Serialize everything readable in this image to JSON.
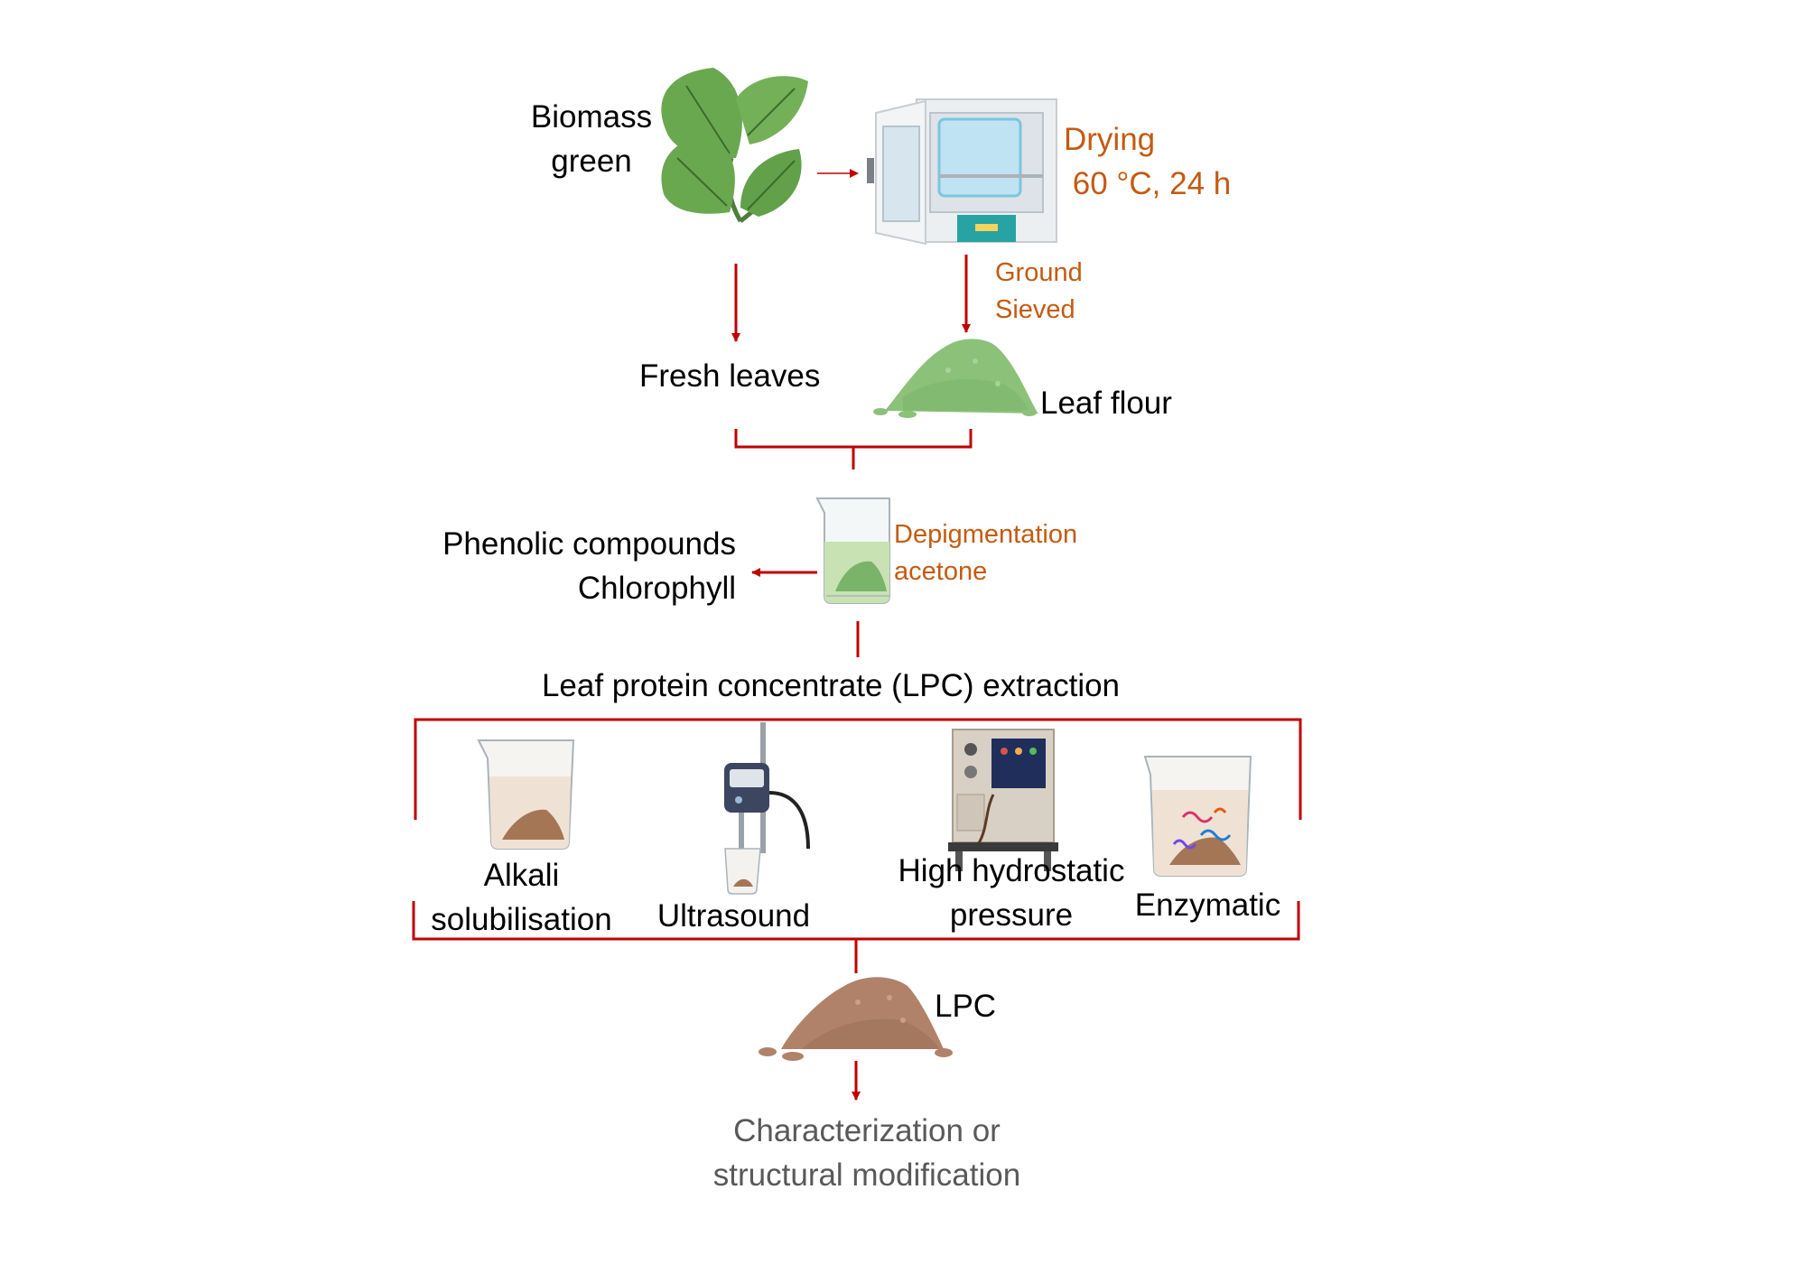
{
  "colors": {
    "arrow": "#c00000",
    "annotation": "#c55a11",
    "text": "#000000",
    "final_text": "#595959",
    "leaf": "#6aa84f",
    "leaf_flour": "#8cc17a",
    "protein_powder": "#b0826a"
  },
  "top": {
    "biomass_line1": "Biomass",
    "biomass_line2": "green",
    "drying_line1": "Drying",
    "drying_line2": " 60 °C, 24 h",
    "ground": "Ground",
    "sieved": "Sieved",
    "fresh_leaves": "Fresh leaves",
    "leaf_flour": "Leaf flour"
  },
  "depigmentation": {
    "removed_line1": "Phenolic compounds",
    "removed_line2": "Chlorophyll",
    "step_line1": "Depigmentation",
    "step_line2": "acetone"
  },
  "extraction": {
    "title": "Leaf protein concentrate (LPC) extraction",
    "methods": [
      {
        "line1": "Alkali",
        "line2": "solubilisation"
      },
      {
        "line1": "Ultrasound"
      },
      {
        "line1": "High hydrostatic",
        "line2": "pressure"
      },
      {
        "line1": "Enzymatic"
      }
    ]
  },
  "output": {
    "product": "LPC",
    "final_line1": "Characterization or",
    "final_line2": "structural modification"
  },
  "icons": [
    "leaf-icon",
    "oven-icon",
    "leaf-flour-pile-icon",
    "beaker-icon",
    "ultrasound-probe-icon",
    "pressure-machine-icon",
    "enzyme-beaker-icon",
    "protein-pile-icon"
  ]
}
